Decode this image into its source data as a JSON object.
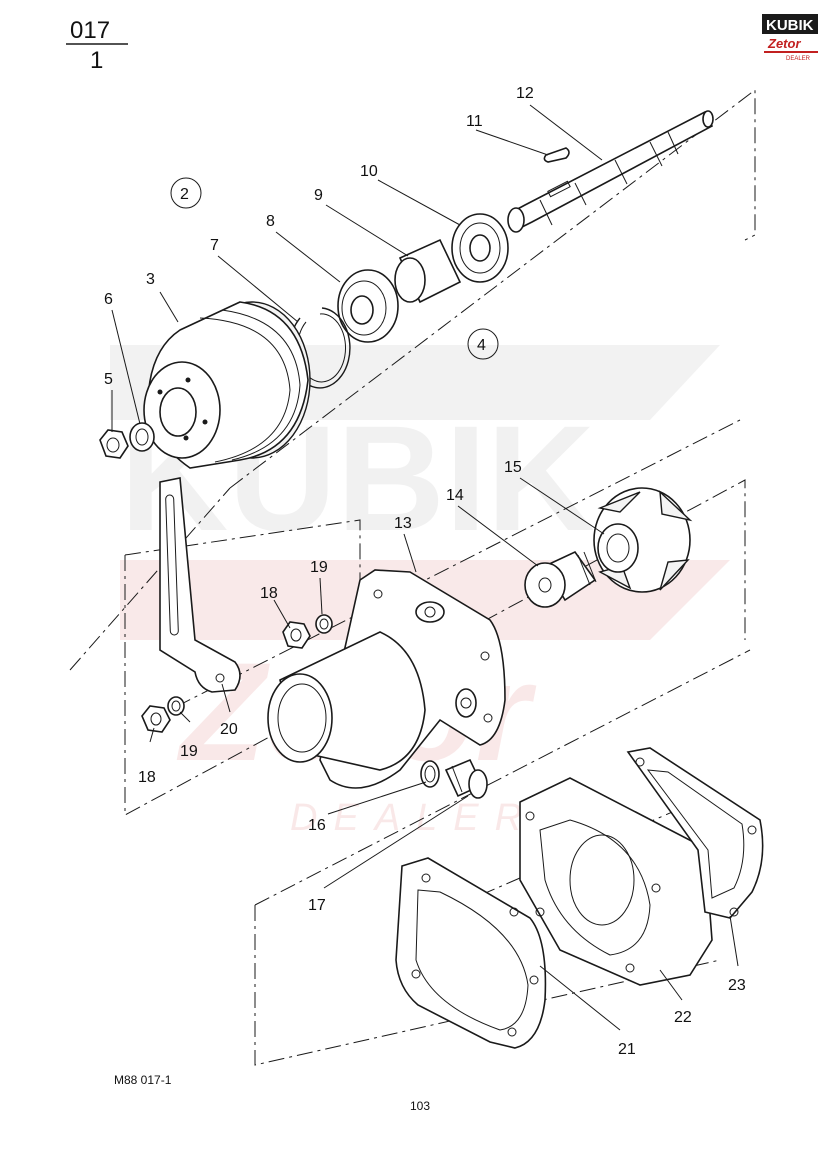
{
  "header": {
    "group": "017",
    "sheet": "1"
  },
  "logo": {
    "brand": "KUBIK",
    "sub": "Zetor",
    "tag": "DEALER"
  },
  "watermark": {
    "brand": "KUBIK",
    "sub": "Zetor",
    "tag": "DEALER"
  },
  "groups": [
    "2",
    "4"
  ],
  "parts": [
    "3",
    "5",
    "6",
    "7",
    "8",
    "9",
    "10",
    "11",
    "12",
    "13",
    "14",
    "15",
    "16",
    "17",
    "18",
    "19",
    "18",
    "19",
    "20",
    "21",
    "22",
    "23"
  ],
  "footer": {
    "drawing_ref": "M88  017-1",
    "page_number": "103"
  }
}
